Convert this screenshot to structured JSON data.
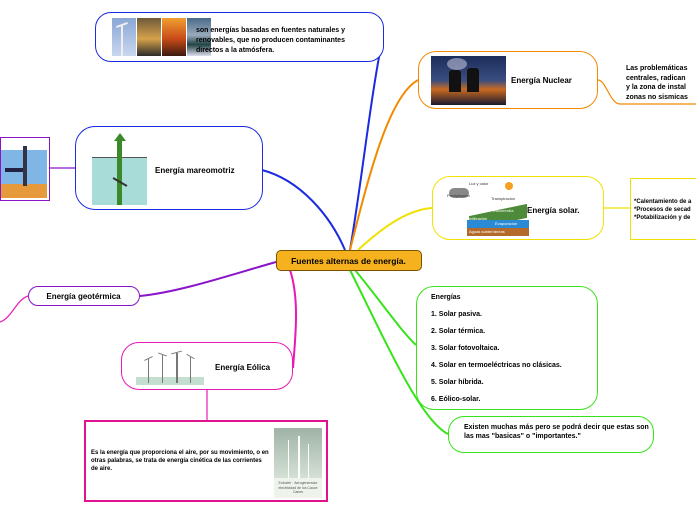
{
  "central": {
    "label": "Fuentes alternas de energía."
  },
  "intro": {
    "text": "son energías basadas en fuentes naturales y renovables, que no producen contaminantes directos a la atmósfera."
  },
  "nuclear": {
    "label": "Energía Nuclear",
    "note_lines": [
      "Las problemáticas",
      "centrales, radican",
      "y la zona de instal",
      "zonas no sismicas"
    ]
  },
  "solar": {
    "label": "Energía solar.",
    "diagram_labels": [
      "Luz y calor",
      "Precipitación",
      "Transpiración",
      "Escorrentía",
      "Infiltración",
      "Aguas subterráneas",
      "Evaporación"
    ],
    "uses": [
      "*Calentamiento de a",
      "*Procesos de secad",
      "*Potabilización y de"
    ]
  },
  "types": {
    "heading": "Energías",
    "items": [
      "1. Solar pasiva.",
      "2. Solar térmica.",
      "3. Solar fotovoltaica.",
      "4. Solar en termoeléctricas no clásicas.",
      "5. Solar híbrida.",
      "6. Eólico-solar."
    ]
  },
  "more": {
    "text": "Existen muchas más pero se podrá decir que estas son las mas \"basicas\" o \"importantes.\""
  },
  "mareomotriz": {
    "label": "Energía mareomotriz"
  },
  "geotermica": {
    "label": "Energía geotérmica"
  },
  "eolica": {
    "label": "Energía Eólica",
    "definition": "Es la energía que proporciona el aire, por su movimiento, o en otras palabras, se trata de energía cinética de las corrientes de aire.",
    "caption": "Eolosfér · Aerogenerador electricidad de los Cauce Canes"
  },
  "colors": {
    "central_fill": "#f6b21e",
    "blue": "#1c2be0",
    "orange": "#f28a00",
    "yellow": "#f0e100",
    "green": "#39e31c",
    "purple": "#8a14c9",
    "magenta": "#e81ab5",
    "pink_box": "#e0138e"
  }
}
